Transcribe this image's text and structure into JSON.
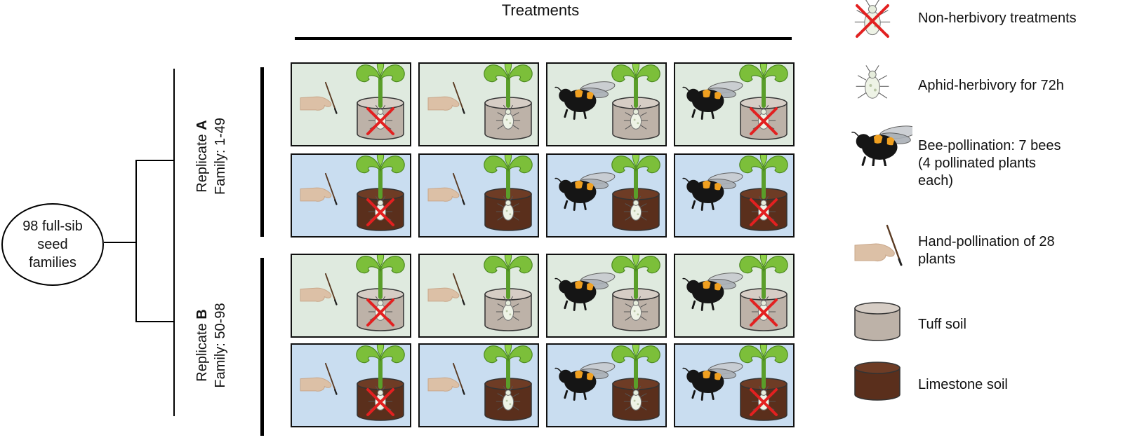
{
  "header": {
    "title": "Treatments"
  },
  "root": {
    "label_lines": [
      "98 full-sib",
      "seed",
      "families"
    ]
  },
  "replicates": [
    {
      "prefix": "Replicate ",
      "letter": "A",
      "family": "Family: 1-49"
    },
    {
      "prefix": "Replicate ",
      "letter": "B",
      "family": "Family: 50-98"
    }
  ],
  "grid": {
    "rows": [
      {
        "soil": "tuff"
      },
      {
        "soil": "limestone"
      },
      {
        "soil": "tuff"
      },
      {
        "soil": "limestone"
      }
    ],
    "columns": [
      {
        "pollinator": "hand",
        "herbivory": false
      },
      {
        "pollinator": "hand",
        "herbivory": true
      },
      {
        "pollinator": "bee",
        "herbivory": true
      },
      {
        "pollinator": "bee",
        "herbivory": false
      }
    ]
  },
  "legend": [
    {
      "icon": "aphid-crossed-icon",
      "lines": [
        "Non-herbivory treatments"
      ]
    },
    {
      "icon": "aphid-icon",
      "lines": [
        "Aphid-herbivory for 72h"
      ]
    },
    {
      "icon": "bee-icon",
      "lines": [
        "Bee-pollination: 7 bees",
        "(4 pollinated plants",
        "each)"
      ]
    },
    {
      "icon": "hand-brush-icon",
      "lines": [
        "Hand-pollination of 28",
        "plants"
      ]
    },
    {
      "icon": "tuff-soil-icon",
      "lines": [
        "Tuff soil"
      ]
    },
    {
      "icon": "limestone-soil-icon",
      "lines": [
        "Limestone soil"
      ]
    }
  ],
  "colors": {
    "tuff_panel": "#dfeadf",
    "limestone_panel": "#c9ddf0",
    "tuff_soil": "#bdb2a8",
    "limestone_soil": "#5a2f1c",
    "leaf": "#7cbf3a",
    "cross": "#e32020",
    "bee_stripe": "#f0a020"
  }
}
